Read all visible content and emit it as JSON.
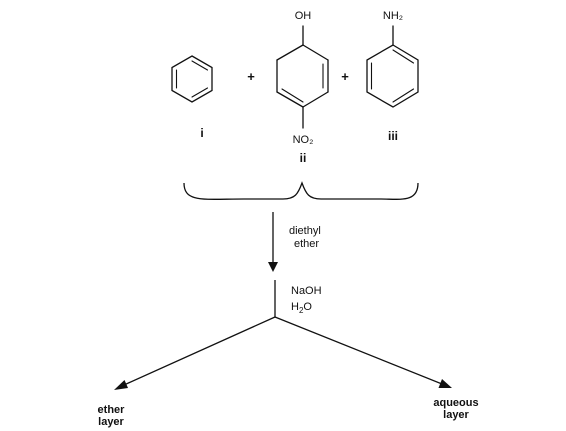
{
  "molecules": [
    {
      "label": "i"
    },
    {
      "label": "ii",
      "substituent_top": "OH",
      "substituent_bottom": "NO₂"
    },
    {
      "label": "iii",
      "substituent_top": "NH₂"
    }
  ],
  "operators": {
    "plus_1": "+",
    "plus_2": "+"
  },
  "step1": {
    "reagent_line1": "diethyl",
    "reagent_line2": "ether"
  },
  "step2": {
    "reagent_line1": "NaOH",
    "reagent_line2": "H₂O"
  },
  "outputs": {
    "left_line1": "ether",
    "left_line2": "layer",
    "right_line1": "aqueous",
    "right_line2": "layer"
  },
  "colors": {
    "ink": "#111111",
    "background": "#ffffff"
  }
}
